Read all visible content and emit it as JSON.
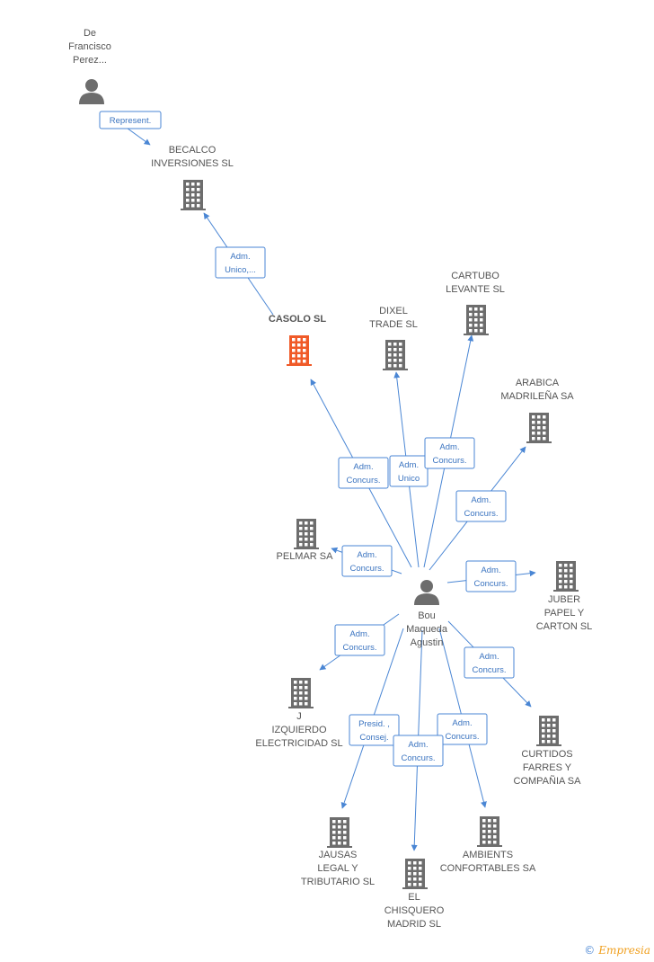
{
  "nodes": [
    {
      "id": "francisco",
      "type": "person",
      "label": [
        "De",
        "Francisco",
        "Perez..."
      ]
    },
    {
      "id": "becalco",
      "type": "company",
      "label": [
        "BECALCO",
        "INVERSIONES SL"
      ]
    },
    {
      "id": "casolo",
      "type": "company-main",
      "label": [
        "CASOLO SL"
      ]
    },
    {
      "id": "dixel",
      "type": "company",
      "label": [
        "DIXEL",
        "TRADE SL"
      ]
    },
    {
      "id": "cartubo",
      "type": "company",
      "label": [
        "CARTUBO",
        "LEVANTE SL"
      ]
    },
    {
      "id": "arabica",
      "type": "company",
      "label": [
        "ARABICA",
        "MADRILEÑA SA"
      ]
    },
    {
      "id": "pelmar",
      "type": "company",
      "label": [
        "PELMAR SA"
      ]
    },
    {
      "id": "bou",
      "type": "person",
      "label": [
        "Bou",
        "Maqueda",
        "Agustin"
      ]
    },
    {
      "id": "juber",
      "type": "company",
      "label": [
        "JUBER",
        "PAPEL Y",
        "CARTON SL"
      ]
    },
    {
      "id": "jizq",
      "type": "company",
      "label": [
        "J",
        "IZQUIERDO",
        "ELECTRICIDAD SL"
      ]
    },
    {
      "id": "curtidos",
      "type": "company",
      "label": [
        "CURTIDOS",
        "FARRES Y",
        "COMPAÑIA SA"
      ]
    },
    {
      "id": "jausas",
      "type": "company",
      "label": [
        "JAUSAS",
        "LEGAL Y",
        "TRIBUTARIO SL"
      ]
    },
    {
      "id": "ambients",
      "type": "company",
      "label": [
        "AMBIENTS",
        "CONFORTABLES SA"
      ]
    },
    {
      "id": "chisquero",
      "type": "company",
      "label": [
        "EL",
        "CHISQUERO",
        "MADRID SL"
      ]
    }
  ],
  "edges": [
    {
      "from": "francisco",
      "to": "becalco",
      "label": [
        "Represent."
      ]
    },
    {
      "from": "casolo",
      "to": "becalco",
      "label": [
        "Adm.",
        "Unico,..."
      ]
    },
    {
      "from": "bou",
      "to": "casolo",
      "label": [
        "Adm.",
        "Concurs."
      ]
    },
    {
      "from": "bou",
      "to": "dixel",
      "label": [
        "Adm.",
        "Unico"
      ]
    },
    {
      "from": "bou",
      "to": "cartubo",
      "label": [
        "Adm.",
        "Concurs."
      ]
    },
    {
      "from": "bou",
      "to": "arabica",
      "label": [
        "Adm.",
        "Concurs."
      ]
    },
    {
      "from": "bou",
      "to": "pelmar",
      "label": [
        "Adm.",
        "Concurs."
      ]
    },
    {
      "from": "bou",
      "to": "juber",
      "label": [
        "Adm.",
        "Concurs."
      ]
    },
    {
      "from": "bou",
      "to": "jizq",
      "label": [
        "Adm.",
        "Concurs."
      ]
    },
    {
      "from": "bou",
      "to": "curtidos",
      "label": [
        "Adm.",
        "Concurs."
      ]
    },
    {
      "from": "bou",
      "to": "jausas",
      "label": [
        "Presid. ,",
        "Consej."
      ]
    },
    {
      "from": "bou",
      "to": "ambients",
      "label": [
        "Adm.",
        "Concurs."
      ]
    },
    {
      "from": "bou",
      "to": "chisquero",
      "label": [
        "Adm.",
        "Concurs."
      ]
    }
  ],
  "colors": {
    "company": "#6d6d6d",
    "company_main": "#f05a28",
    "person": "#6d6d6d",
    "edge": "#4a86d4"
  },
  "watermark": {
    "symbol": "©",
    "brand": "Empresia"
  }
}
